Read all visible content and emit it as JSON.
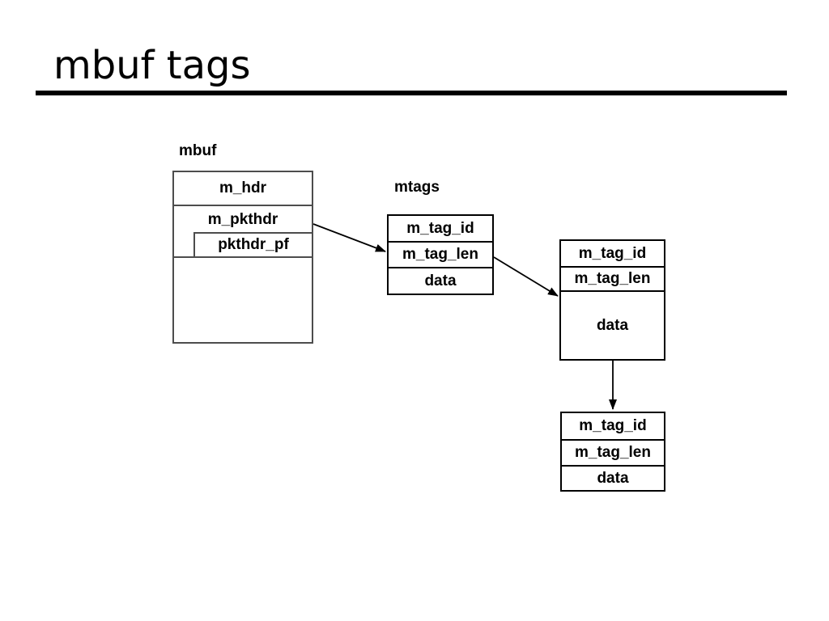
{
  "slide": {
    "title": "mbuf tags"
  },
  "diagram": {
    "mbuf": {
      "label": "mbuf",
      "rows": {
        "hdr": "m_hdr",
        "pkthdr": "m_pkthdr",
        "pkthdr_pf": "pkthdr_pf"
      }
    },
    "mtags_label": "mtags",
    "tags": [
      {
        "id": "m_tag_id",
        "len": "m_tag_len",
        "data": "data"
      },
      {
        "id": "m_tag_id",
        "len": "m_tag_len",
        "data": "data"
      },
      {
        "id": "m_tag_id",
        "len": "m_tag_len",
        "data": "data"
      }
    ],
    "colors": {
      "title_rule": "#000000",
      "mbuf_box_border": "#4d4d4d",
      "tag_box_border": "#000000",
      "arrow": "#000000",
      "text": "#000000",
      "background": "#ffffff"
    }
  }
}
